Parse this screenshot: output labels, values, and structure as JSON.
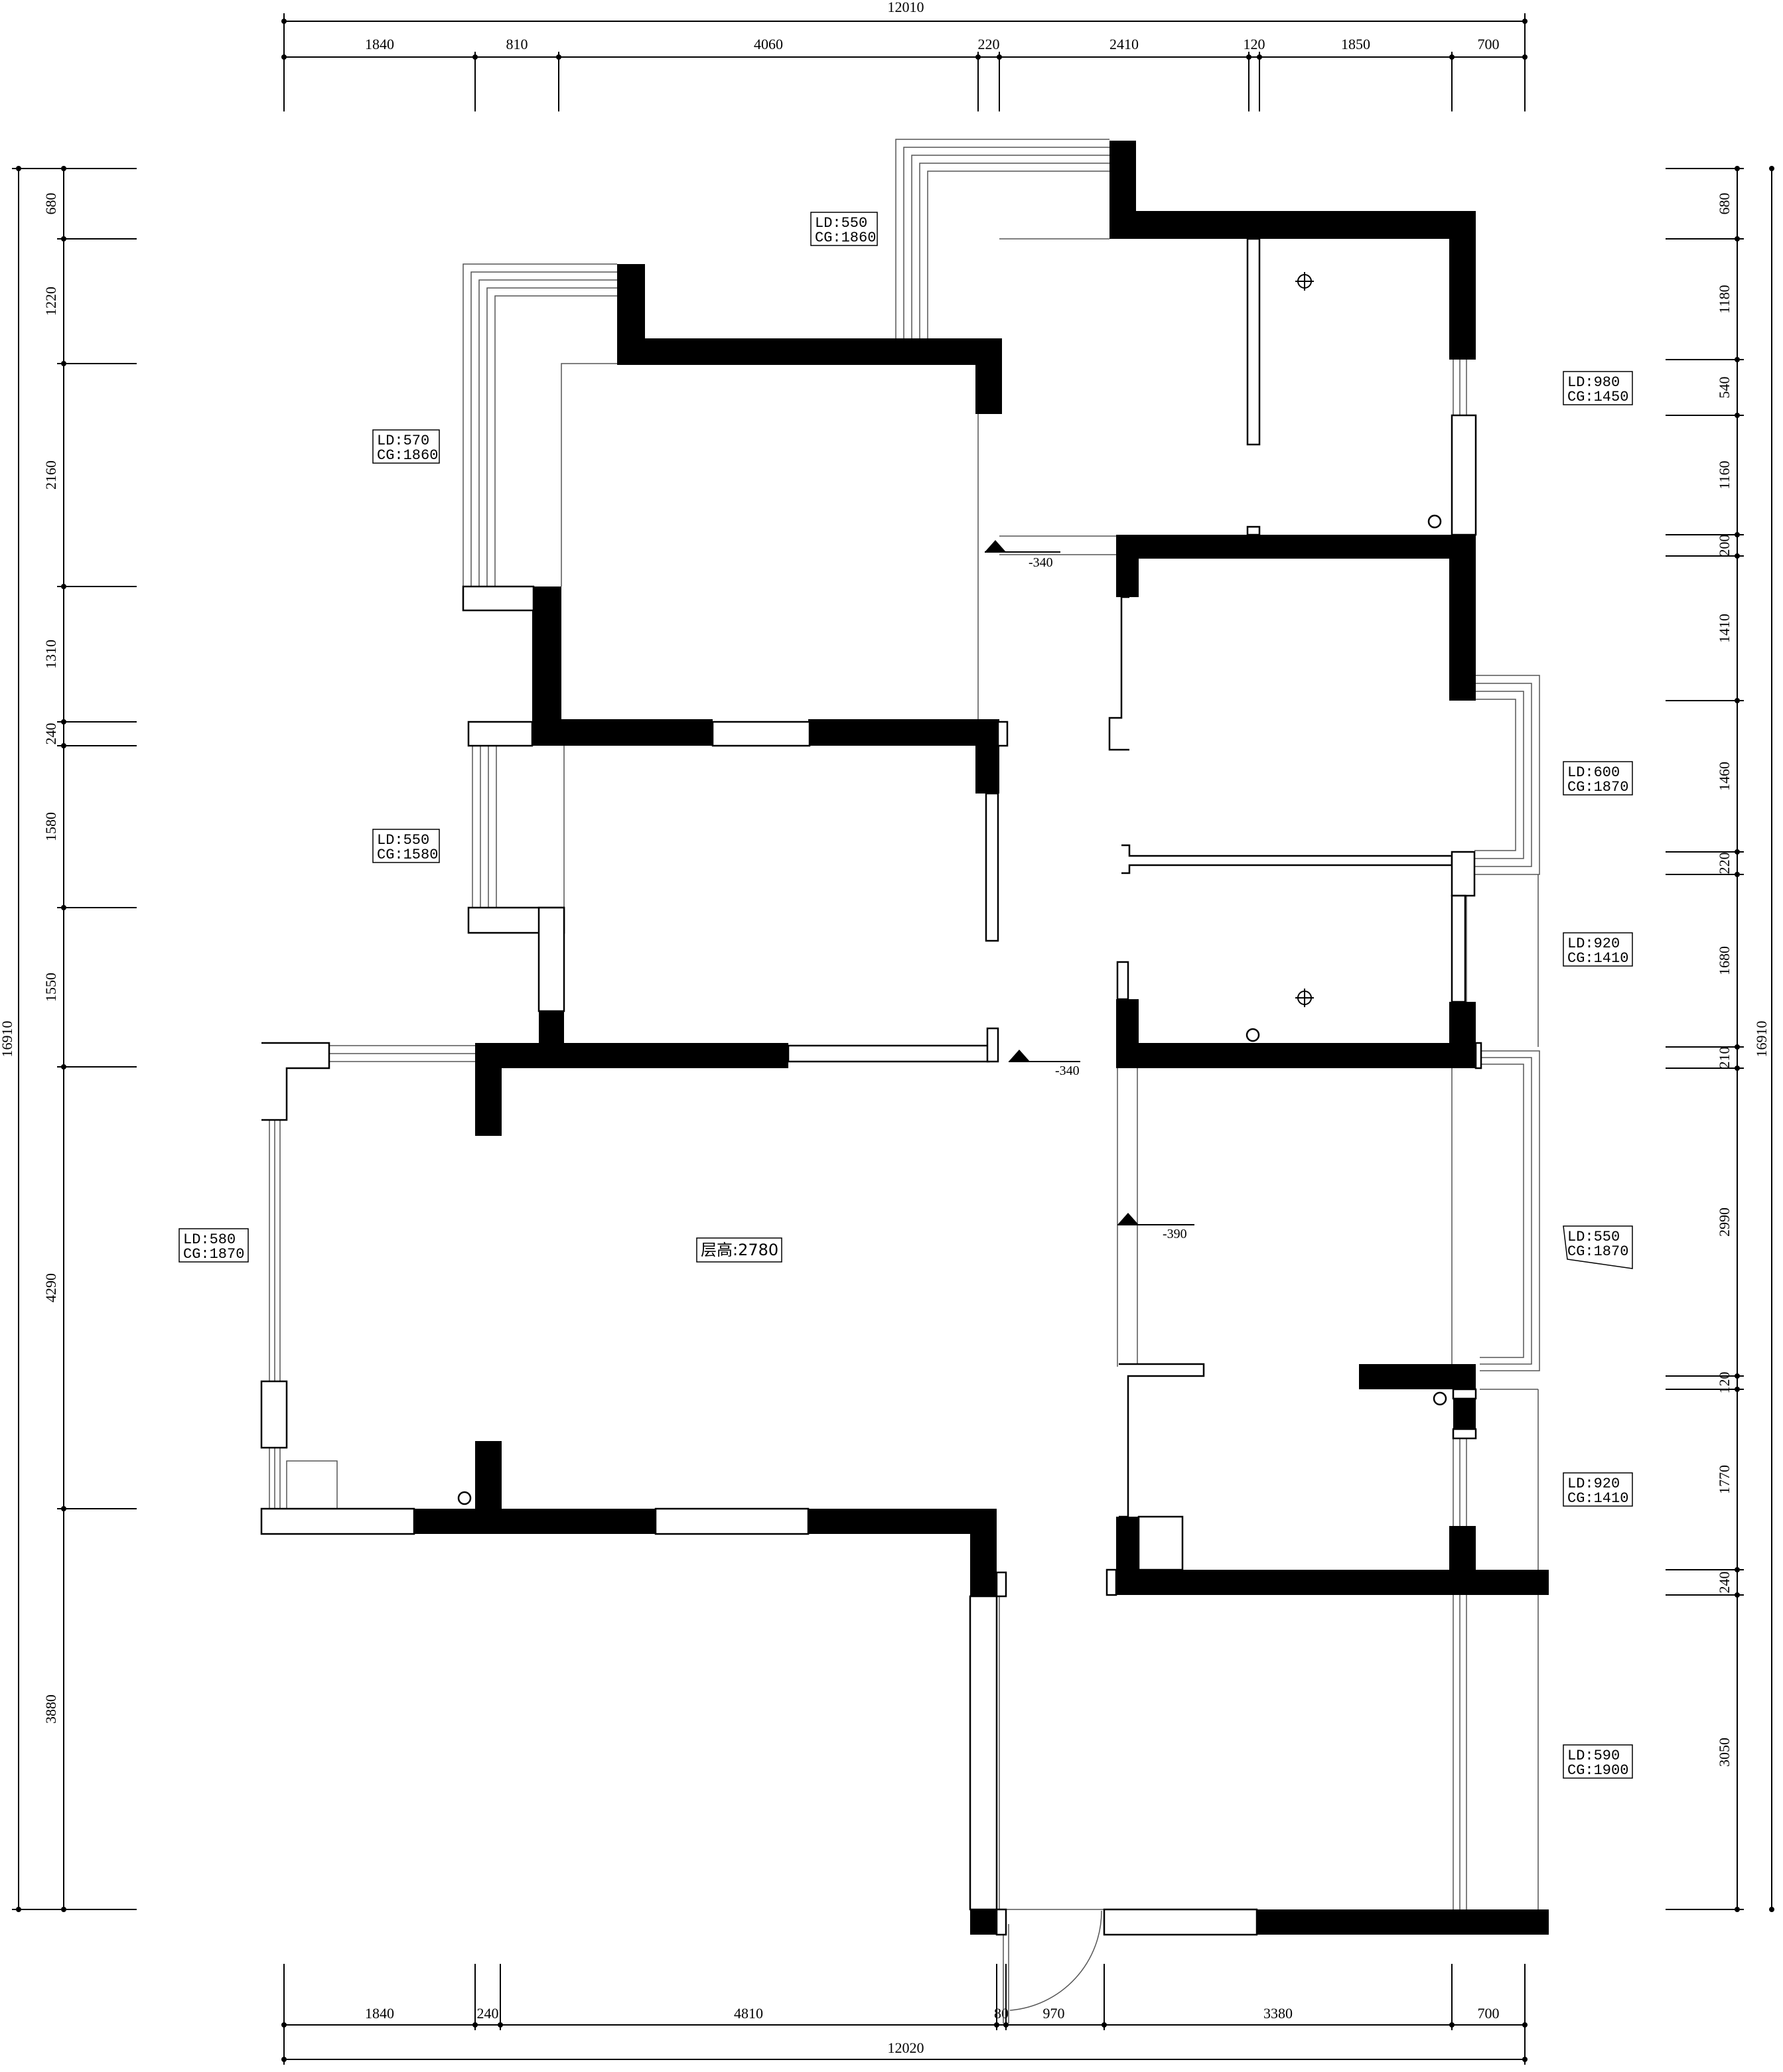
{
  "dimensions": {
    "top_total": "12010",
    "top": [
      "1840",
      "810",
      "4060",
      "220",
      "2410",
      "120",
      "1850",
      "700"
    ],
    "bottom": [
      "1840",
      "240",
      "4810",
      "80",
      "970",
      "3380",
      "700"
    ],
    "bottom_total": "12020",
    "left": [
      "680",
      "1220",
      "2160",
      "1310",
      "240",
      "1580",
      "1550",
      "4290",
      "3880"
    ],
    "left_total": "16910",
    "right": [
      "680",
      "1180",
      "540",
      "1160",
      "200",
      "1410",
      "1460",
      "220",
      "1680",
      "210",
      "2990",
      "120",
      "1770",
      "240",
      "3050"
    ],
    "right_total": "16910"
  },
  "windows": [
    {
      "ld": "LD:550",
      "cg": "CG:1860"
    },
    {
      "ld": "LD:570",
      "cg": "CG:1860"
    },
    {
      "ld": "LD:550",
      "cg": "CG:1580"
    },
    {
      "ld": "LD:580",
      "cg": "CG:1870"
    },
    {
      "ld": "LD:980",
      "cg": "CG:1450"
    },
    {
      "ld": "LD:600",
      "cg": "CG:1870"
    },
    {
      "ld": "LD:920",
      "cg": "CG:1410"
    },
    {
      "ld": "LD:550",
      "cg": "CG:1870"
    },
    {
      "ld": "LD:920",
      "cg": "CG:1410"
    },
    {
      "ld": "LD:590",
      "cg": "CG:1900"
    }
  ],
  "floor_height": "层高:2780",
  "elevations": [
    "-340",
    "-340",
    "-390"
  ],
  "colors": {
    "wall": "#000000",
    "line": "#555555",
    "background": "#ffffff"
  }
}
